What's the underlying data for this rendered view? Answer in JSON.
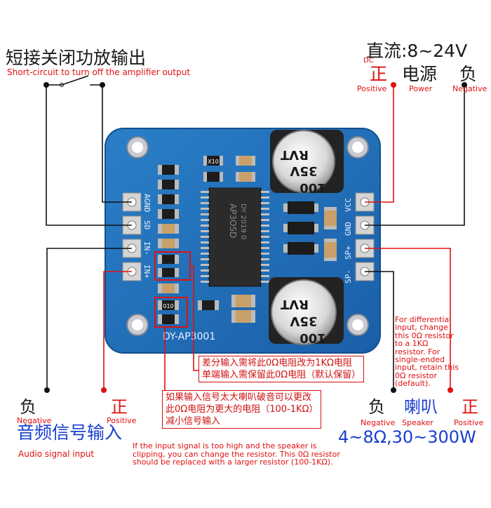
{
  "top_left": {
    "title_cn": "短接关闭功放输出",
    "title_en": "Short-circuit to turn off the amplifier output"
  },
  "power": {
    "title_cn": "直流:8~24V",
    "dc": "DC",
    "pos_cn": "正",
    "pos_en": "Positive",
    "mid_cn": "电源",
    "mid_en": "Power",
    "neg_cn": "负",
    "neg_en": "Negative"
  },
  "board": {
    "cap_text": [
      "RVT",
      "35V",
      "100"
    ],
    "chip_text": [
      "AP3OSD",
      "DY 2019 0"
    ],
    "model": "DY-AP3001",
    "left_pins": [
      "AGND",
      "SD",
      "IN-",
      "IN+"
    ],
    "right_pins": [
      "VCC",
      "GND",
      "SP+",
      "SP-"
    ],
    "x10": "X10",
    "r10": "010"
  },
  "audio": {
    "neg_cn": "负",
    "neg_en": "Negative",
    "pos_cn": "正",
    "pos_en": "Positive",
    "title_cn": "音频信号输入",
    "title_en": "Audio signal input"
  },
  "speaker": {
    "neg_cn": "负",
    "neg_en": "Negative",
    "mid_cn": "喇叭",
    "mid_en": "Speaker",
    "pos_cn": "正",
    "pos_en": "Positive",
    "spec": "4~8Ω,30~300W"
  },
  "notes": {
    "differential_cn": [
      "差分输入需将此0Ω电阻改为1KΩ电阻",
      "单端输入需保留此0Ω电阻（默认保留）"
    ],
    "differential_en": [
      "For differential",
      "input, change",
      "this 0Ω resistor",
      "to a 1KΩ",
      "resistor. For",
      "single-ended",
      "input, retain this",
      "0Ω resistor",
      "(default)."
    ],
    "clipping_cn": [
      "如果输入信号太大喇叭破音可以更改",
      "此0Ω电阻为更大的电阻（100-1KΩ）",
      "减小信号输入"
    ],
    "clipping_en": [
      "If the input signal is too high and the speaker is",
      "clipping, you can change the resistor. This 0Ω resistor",
      "should be replaced with a larger resistor (100-1KΩ)."
    ]
  }
}
